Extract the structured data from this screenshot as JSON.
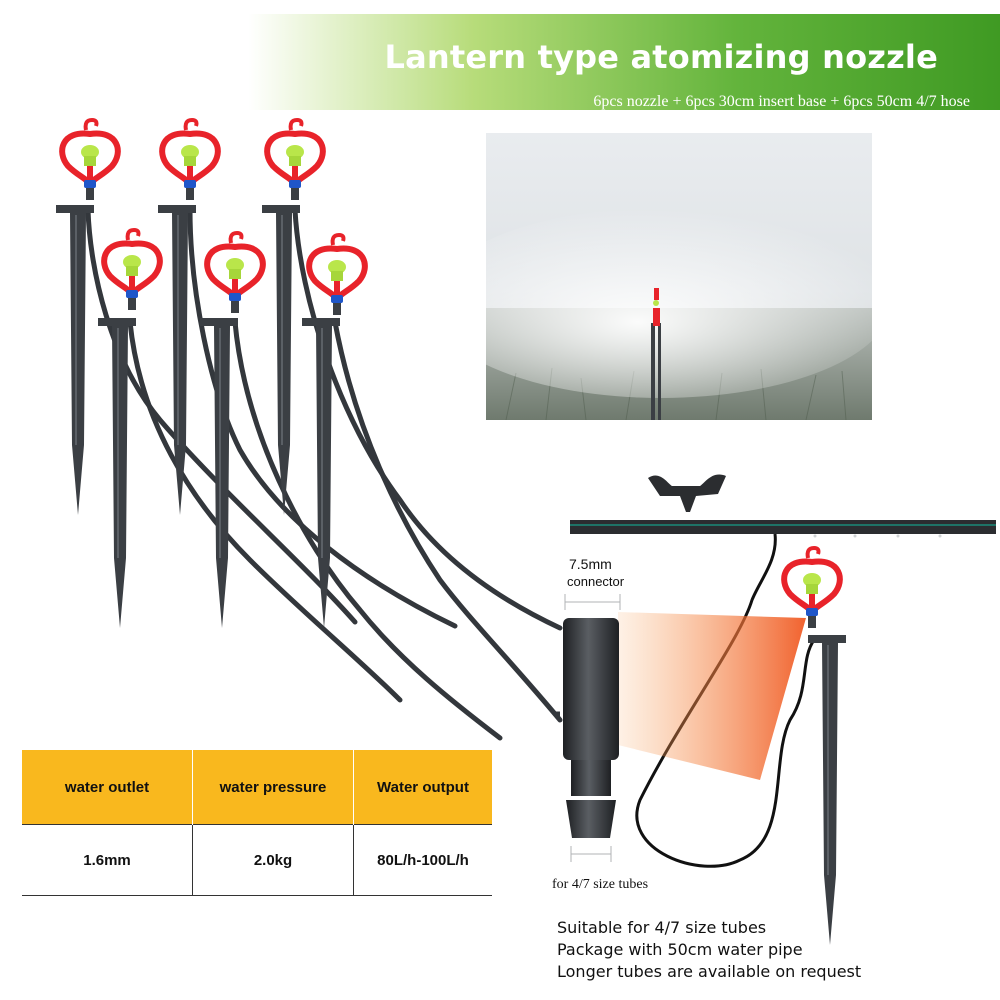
{
  "banner": {
    "title": "Lantern type atomizing nozzle",
    "subtitle": "6pcs nozzle + 6pcs 30cm insert base + 6pcs 50cm 4/7 hose"
  },
  "connector": {
    "size_label": "7.5mm",
    "name_label": "connector",
    "tube_label": "for 4/7 size tubes"
  },
  "specs": {
    "headers": [
      "water outlet",
      "water pressure",
      "Water output"
    ],
    "values": [
      "1.6mm",
      "2.0kg",
      "80L/h-100L/h"
    ]
  },
  "notes": [
    "Suitable for 4/7 size tubes",
    "Package with 50cm water pipe",
    "Longer tubes are available on request"
  ],
  "colors": {
    "banner_green": "#3f9a23",
    "table_header": "#f9b81e",
    "nozzle_red": "#e8232a",
    "nozzle_green": "#b9e64a",
    "nozzle_blue": "#1f56c9",
    "stake_gray": "#3b3f44",
    "spray_orange": "#f05a24"
  }
}
